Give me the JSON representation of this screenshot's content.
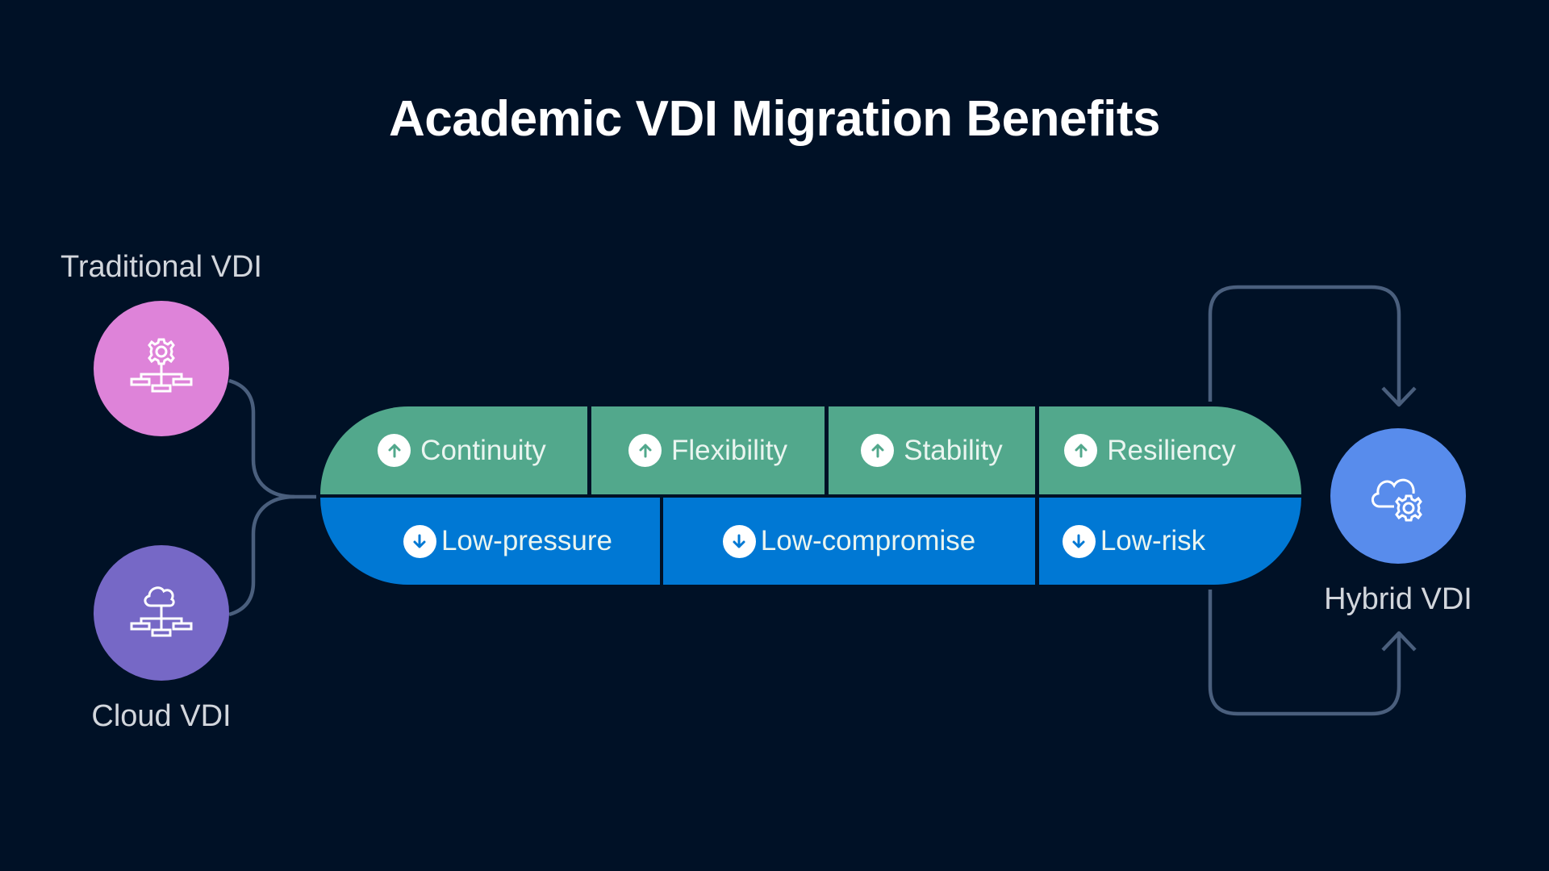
{
  "title": "Academic VDI Migration Benefits",
  "colors": {
    "background": "#001126",
    "increase_band": "#52A88C",
    "decrease_band": "#0078D4",
    "traditional_node": "#DE83D9",
    "cloud_node": "#7668C6",
    "hybrid_node": "#588CEC",
    "connector": "#4A5F7D"
  },
  "sources": [
    {
      "label": "Traditional VDI",
      "icon": "gear-network-icon"
    },
    {
      "label": "Cloud VDI",
      "icon": "cloud-network-icon"
    }
  ],
  "target": {
    "label": "Hybrid VDI",
    "icon": "cloud-gear-icon"
  },
  "increases": [
    {
      "label": "Continuity",
      "icon": "arrow-up-circle-icon"
    },
    {
      "label": "Flexibility",
      "icon": "arrow-up-circle-icon"
    },
    {
      "label": "Stability",
      "icon": "arrow-up-circle-icon"
    },
    {
      "label": "Resiliency",
      "icon": "arrow-up-circle-icon"
    }
  ],
  "decreases": [
    {
      "label": "Low-pressure",
      "icon": "arrow-down-circle-icon"
    },
    {
      "label": "Low-compromise",
      "icon": "arrow-down-circle-icon"
    },
    {
      "label": "Low-risk",
      "icon": "arrow-down-circle-icon"
    }
  ]
}
